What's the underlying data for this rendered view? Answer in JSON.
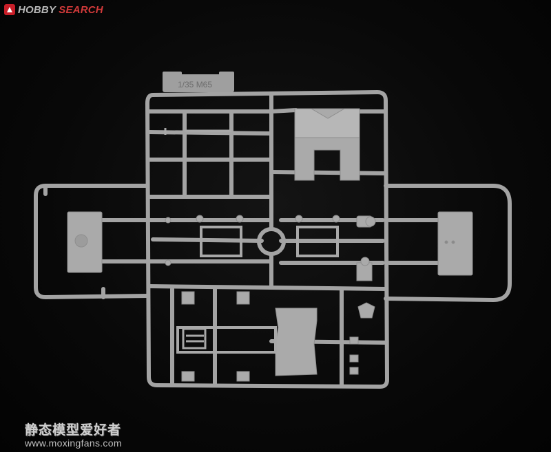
{
  "branding": {
    "logo_text_part1": "HOBBY",
    "logo_text_part2": "SEARCH",
    "logo_badge_icon": "hobbysearch-badge-icon",
    "accent_color": "#c81e28"
  },
  "sprue": {
    "tag_label": "1/35 M65",
    "plastic_color": "#a9a9a9",
    "background_color": "#050505"
  },
  "watermark": {
    "chinese_text": "静态模型爱好者",
    "url": "www.moxingfans.com"
  }
}
